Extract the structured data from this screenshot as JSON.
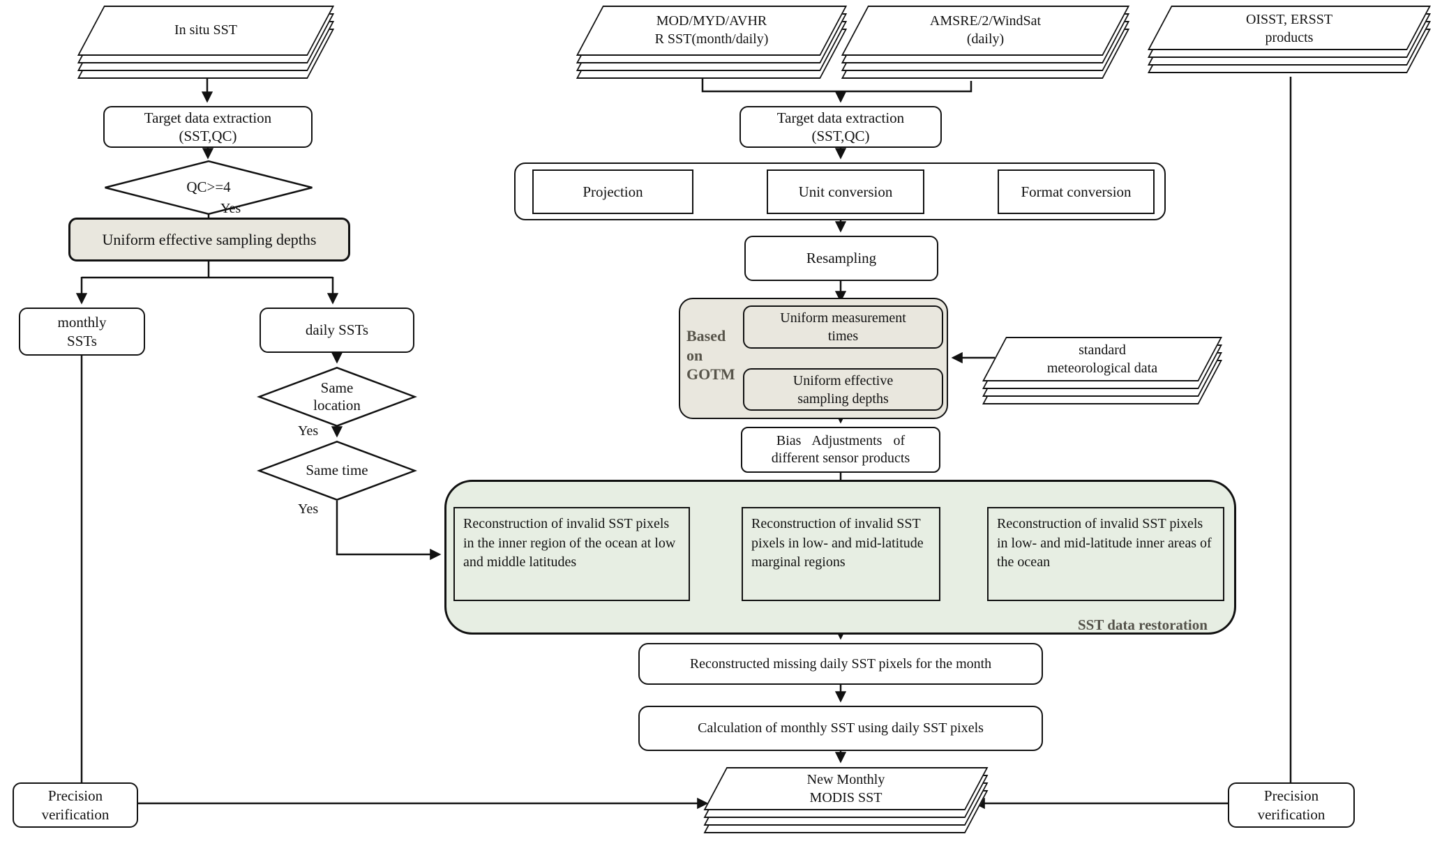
{
  "stacks": {
    "insitu": {
      "line1": "In situ SST",
      "line2": ""
    },
    "mod": {
      "line1": "MOD/MYD/AVHR",
      "line2": "R SST(month/daily)"
    },
    "amsre": {
      "line1": "AMSRE/2/WindSat",
      "line2": "(daily)"
    },
    "oisst": {
      "line1": "OISST, ERSST",
      "line2": "products"
    },
    "met": {
      "line1": "standard",
      "line2": "meteorological data"
    },
    "new_monthly": {
      "line1": "New Monthly",
      "line2": "MODIS  SST"
    }
  },
  "boxes": {
    "target1": {
      "line1": "Target data extraction",
      "line2": "(SST,QC)"
    },
    "uniform_depths_left": "Uniform effective sampling depths",
    "monthly": {
      "line1": "monthly",
      "line2": "SSTs"
    },
    "daily": "daily  SSTs",
    "target2": {
      "line1": "Target data extraction",
      "line2": "(SST,QC)"
    },
    "projection": "Projection",
    "unit_conversion": "Unit conversion",
    "format_conversion": "Format conversion",
    "resampling": "Resampling",
    "uniform_times": {
      "line1": "Uniform measurement",
      "line2": "times"
    },
    "uniform_depths": {
      "line1": "Uniform effective",
      "line2": "sampling depths"
    },
    "bias": {
      "line1": "Bias Adjustments of",
      "line2": "different sensor products"
    },
    "recon1": "Reconstruction of invalid SST pixels in the inner region of the ocean at low and middle latitudes",
    "recon2": "Reconstruction of invalid SST pixels in low- and mid-latitude marginal regions",
    "recon3": "Reconstruction of invalid SST pixels in low- and mid-latitude inner areas of the ocean",
    "recon_missing": "Reconstructed missing daily SST pixels for the month",
    "calc_monthly": "Calculation of monthly SST using daily SST pixels",
    "precision_left": {
      "line1": "Precision",
      "line2": "verification"
    },
    "precision_right": {
      "line1": "Precision",
      "line2": "verification"
    }
  },
  "diamonds": {
    "qc": "QC>=4",
    "same_location": {
      "line1": "Same",
      "line2": "location"
    },
    "same_time": "Same time"
  },
  "labels": {
    "yes_qc": "Yes",
    "yes_location": "Yes",
    "yes_time": "Yes",
    "based_on_gotm": {
      "line1": "Based",
      "line2": "on",
      "line3": "GOTM"
    },
    "sst_data_restoration": "SST data restoration"
  },
  "colors": {
    "beige": "#e9e7de",
    "green": "#e7eee3",
    "label_gray": "#57544a",
    "line": "#111111"
  }
}
